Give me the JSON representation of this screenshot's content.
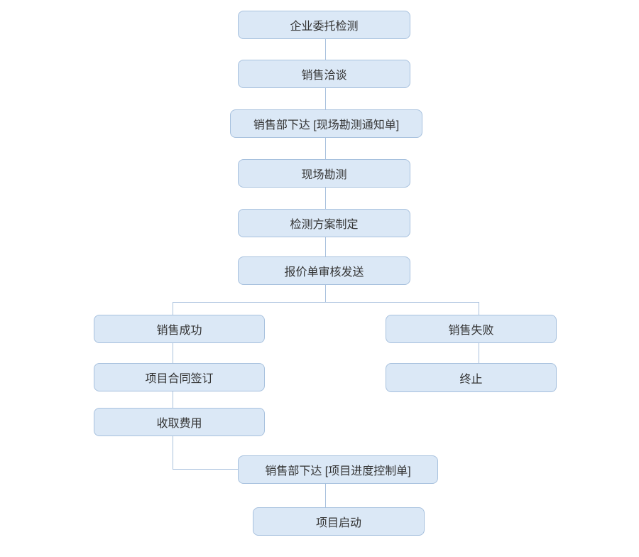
{
  "diagram": {
    "type": "flowchart",
    "orientation": "top-down",
    "colors": {
      "node_fill": "#dbe8f6",
      "node_border": "#a7c1de",
      "connector_color": "#a9c1dd",
      "text_color": "#333333",
      "canvas_bg": "#ffffff"
    }
  },
  "nodes": [
    {
      "id": "weituo",
      "label": "企业委托检测"
    },
    {
      "id": "qiatan",
      "label": "销售洽谈"
    },
    {
      "id": "kance_tongzhi",
      "label": "销售部下达 [现场勘测通知单]"
    },
    {
      "id": "kance",
      "label": "现场勘测"
    },
    {
      "id": "fangan",
      "label": "检测方案制定"
    },
    {
      "id": "baojia",
      "label": "报价单审核发送"
    },
    {
      "id": "chenggong",
      "label": "销售成功"
    },
    {
      "id": "shibai",
      "label": "销售失败"
    },
    {
      "id": "hetong",
      "label": "项目合同签订"
    },
    {
      "id": "zhongzhi",
      "label": "终止"
    },
    {
      "id": "shoufei",
      "label": "收取费用"
    },
    {
      "id": "jindu_kongzhi",
      "label": "销售部下达 [项目进度控制单]"
    },
    {
      "id": "qidong",
      "label": "项目启动"
    }
  ],
  "edges": [
    {
      "from": "weituo",
      "to": "qiatan"
    },
    {
      "from": "qiatan",
      "to": "kance_tongzhi"
    },
    {
      "from": "kance_tongzhi",
      "to": "kance"
    },
    {
      "from": "kance",
      "to": "fangan"
    },
    {
      "from": "fangan",
      "to": "baojia"
    },
    {
      "from": "baojia",
      "to": "chenggong"
    },
    {
      "from": "baojia",
      "to": "shibai"
    },
    {
      "from": "chenggong",
      "to": "hetong"
    },
    {
      "from": "hetong",
      "to": "shoufei"
    },
    {
      "from": "shibai",
      "to": "zhongzhi"
    },
    {
      "from": "shoufei",
      "to": "jindu_kongzhi"
    },
    {
      "from": "jindu_kongzhi",
      "to": "qidong"
    }
  ]
}
